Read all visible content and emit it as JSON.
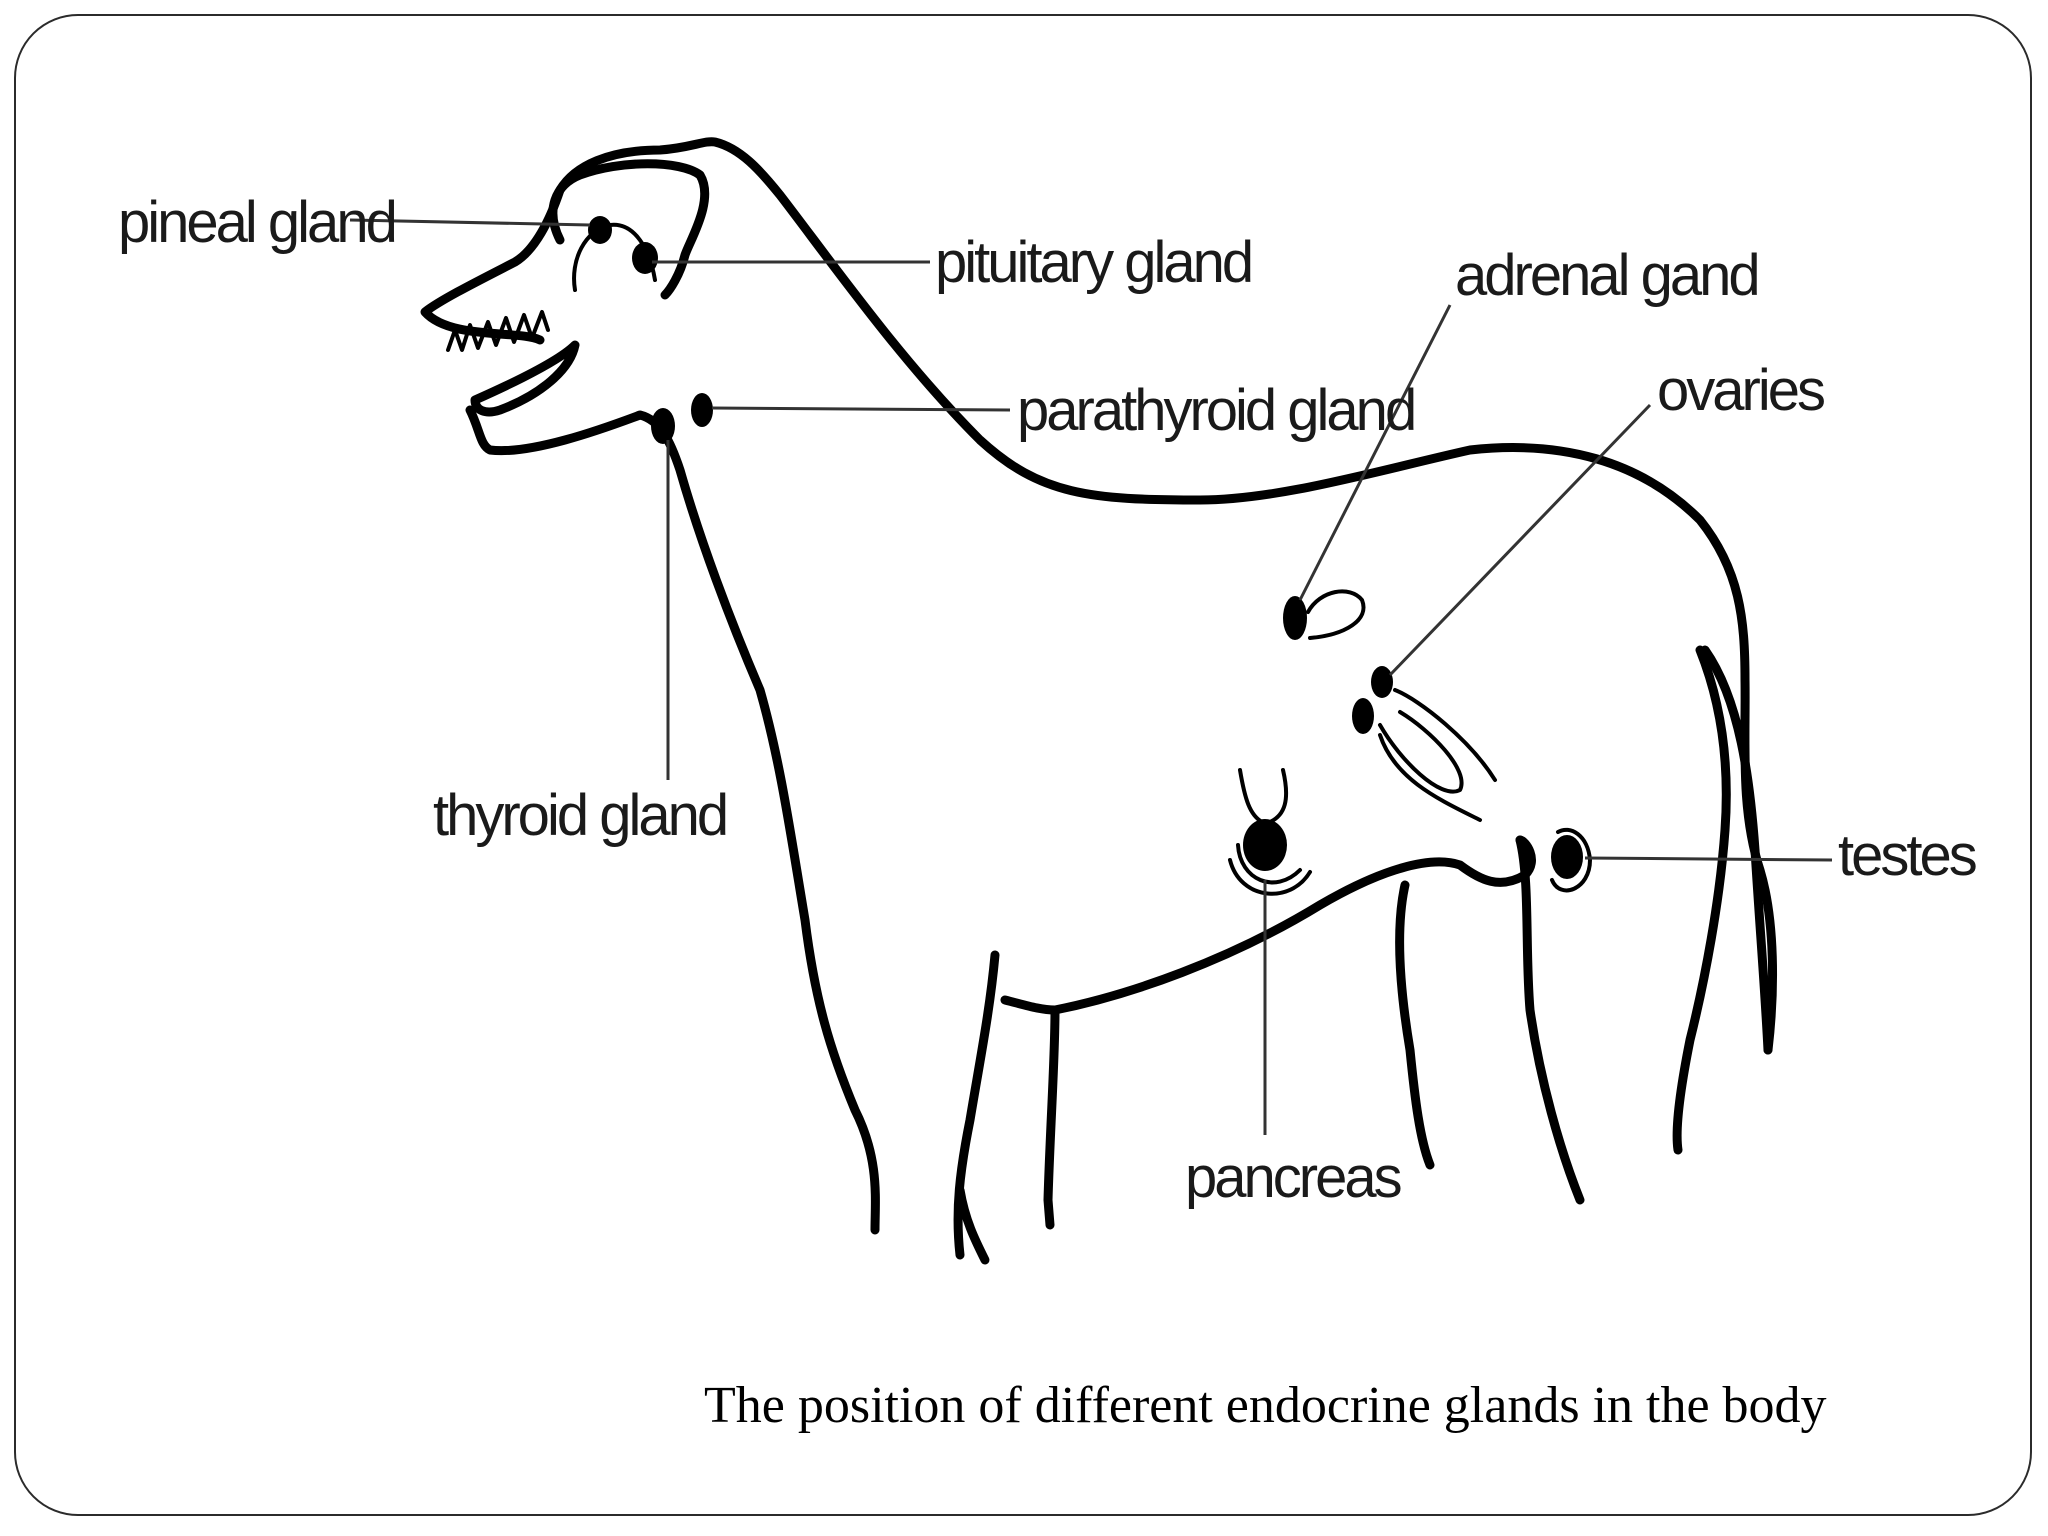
{
  "labels": {
    "pineal": "pineal gland",
    "pituitary": "pituitary gland",
    "adrenal": "adrenal gand",
    "parathyroid": "parathyroid gland",
    "ovaries": "ovaries",
    "thyroid": "thyroid gland",
    "testes": "testes",
    "pancreas": "pancreas"
  },
  "caption": "The position of different endocrine glands in the body"
}
